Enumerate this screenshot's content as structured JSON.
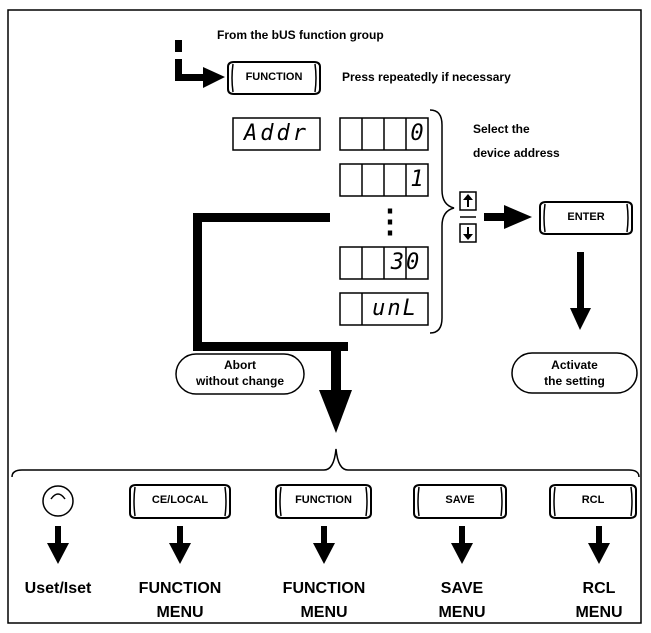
{
  "labels": {
    "from_group": "From the bUS function group",
    "press_repeat": "Press repeatedly if necessary",
    "select_line1": "Select the",
    "select_line2": "device address",
    "activate_line1": "Activate",
    "activate_line2": "the setting",
    "abort_line1": "Abort",
    "abort_line2": "without change"
  },
  "keys": {
    "function_top": "FUNCTION",
    "enter": "ENTER",
    "ce_local": "CE/LOCAL",
    "function_bottom": "FUNCTION",
    "save": "SAVE",
    "rcl": "RCL"
  },
  "displays": {
    "addr": "Addr",
    "val_0": "0",
    "val_1": "1",
    "val_30": "30",
    "val_unl": "unL",
    "ellipsis": "⋮"
  },
  "outcomes": [
    {
      "line1": "Uset/Iset",
      "line2": ""
    },
    {
      "line1": "FUNCTION",
      "line2": "MENU"
    },
    {
      "line1": "FUNCTION",
      "line2": "MENU"
    },
    {
      "line1": "SAVE",
      "line2": "MENU"
    },
    {
      "line1": "RCL",
      "line2": "MENU"
    }
  ],
  "icons": {
    "up_arrow": "up-arrow-key-icon",
    "down_arrow": "down-arrow-key-icon",
    "knob": "rotary-knob-icon"
  }
}
